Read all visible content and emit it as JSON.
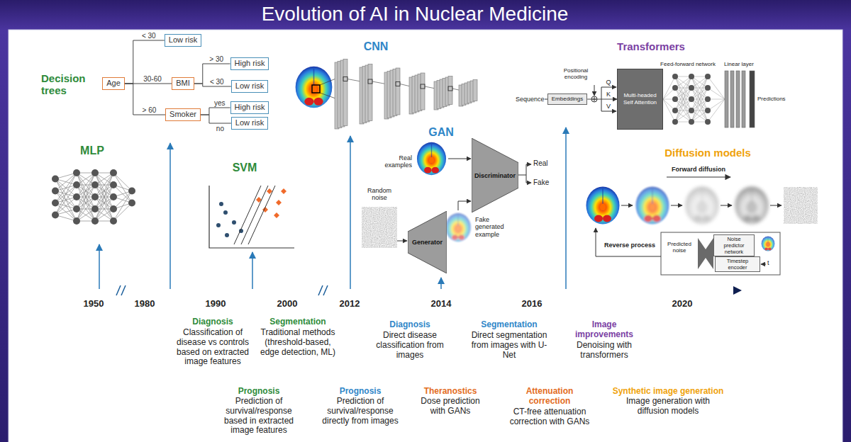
{
  "diagram": {
    "title": "Evolution of AI in Nuclear Medicine",
    "nodes": [
      {
        "text": [
          "Age"
        ]
      },
      {
        "text": [
          "Low risk"
        ]
      },
      {
        "text": [
          "BMI"
        ]
      },
      {
        "text": [
          "High risk"
        ]
      },
      {
        "text": [
          "Low risk"
        ]
      },
      {
        "text": [
          "Smoker"
        ]
      },
      {
        "text": [
          "High risk"
        ]
      },
      {
        "text": [
          "Low risk"
        ]
      },
      {
        "text": [
          "Discriminator"
        ]
      },
      {
        "text": [
          "Generator"
        ]
      },
      {
        "text": [
          "Embeddings"
        ]
      },
      {
        "text": [
          "Multi-headed Self Attention"
        ]
      },
      {
        "text": [
          "Noise predictor network"
        ]
      },
      {
        "text": [
          "Timestep encoder"
        ]
      }
    ],
    "edges": [
      {
        "from": 0,
        "to": 1,
        "label": "< 30",
        "arrow": "none"
      },
      {
        "from": 0,
        "to": 2,
        "label": "30-60",
        "arrow": "none"
      },
      {
        "from": 0,
        "to": 5,
        "label": "> 60",
        "arrow": "none"
      },
      {
        "from": 2,
        "to": 3,
        "label": "> 30",
        "arrow": "none"
      },
      {
        "from": 2,
        "to": 4,
        "label": "< 30",
        "arrow": "none"
      },
      {
        "from": 5,
        "to": 6,
        "label": "yes",
        "arrow": "none"
      },
      {
        "from": 5,
        "to": 7,
        "label": "no",
        "arrow": "none"
      },
      {
        "from": 10,
        "to": 11,
        "arrow": "to"
      }
    ],
    "labels": [
      "Decision trees",
      "MLP",
      "SVM",
      "CNN",
      "GAN",
      "Transformers",
      "Diffusion models",
      "Real examples",
      "Real",
      "Fake",
      "Random noise",
      "Fake generated example",
      "Sequence",
      "Positional encoding",
      "Q",
      "K",
      "V",
      "Feed-forward network",
      "Linear layer",
      "Predictions",
      "Forward diffusion",
      "Reverse process",
      "Predicted noise",
      "t",
      "1950",
      "1980",
      "1990",
      "2000",
      "2012",
      "2014",
      "2016",
      "2020",
      "Diagnosis",
      "Classification of disease vs controls based on extracted image features",
      "Segmentation",
      "Traditional methods (threshold-based, edge detection, ML)",
      "Diagnosis",
      "Direct disease classification from images",
      "Segmentation",
      "Direct segmentation from images with U-Net",
      "Image improvements",
      "Denoising with transformers",
      "Prognosis",
      "Prediction of survival/response based in extracted image features",
      "Prognosis",
      "Prediction of survival/response directly from images",
      "Theranostics",
      "Dose prediction with GANs",
      "Attenuation correction",
      "CT-free attenuation correction with GANs",
      "Synthetic image generation",
      "Image generation with diffusion models"
    ]
  }
}
